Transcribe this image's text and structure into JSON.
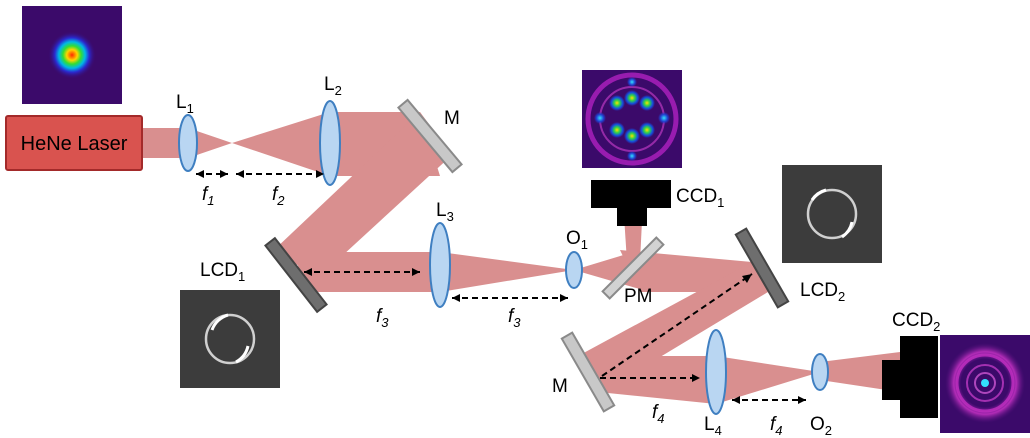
{
  "labels": {
    "laser": "HeNe Laser",
    "lens1": "L1",
    "lens2": "L2",
    "lens3": "L3",
    "lens4": "L4",
    "mirror_top": "M",
    "mirror_bottom": "M",
    "lcd1": "LCD1",
    "lcd2": "LCD2",
    "ccd1": "CCD1",
    "ccd2": "CCD2",
    "objective1": "O1",
    "objective2": "O2",
    "pickoff_mirror": "PM",
    "focal_f1": "f1",
    "focal_f2": "f2",
    "focal_f3_left": "f3",
    "focal_f3_right": "f3",
    "focal_f4_left": "f4",
    "focal_f4_right": "f4"
  },
  "label_parts": {
    "lens1": {
      "base": "L",
      "sub": "1"
    },
    "lens2": {
      "base": "L",
      "sub": "2"
    },
    "lens3": {
      "base": "L",
      "sub": "3"
    },
    "lens4": {
      "base": "L",
      "sub": "4"
    },
    "lcd1": {
      "base": "LCD",
      "sub": "1"
    },
    "lcd2": {
      "base": "LCD",
      "sub": "2"
    },
    "ccd1": {
      "base": "CCD",
      "sub": "1"
    },
    "ccd2": {
      "base": "CCD",
      "sub": "2"
    },
    "objective1": {
      "base": "O",
      "sub": "1"
    },
    "objective2": {
      "base": "O",
      "sub": "2"
    },
    "focal_f1": {
      "base": "f",
      "sub": "1"
    },
    "focal_f2": {
      "base": "f",
      "sub": "2"
    },
    "focal_f3_left": {
      "base": "f",
      "sub": "3"
    },
    "focal_f3_right": {
      "base": "f",
      "sub": "3"
    },
    "focal_f4_left": {
      "base": "f",
      "sub": "4"
    },
    "focal_f4_right": {
      "base": "f",
      "sub": "4"
    }
  },
  "colors": {
    "beam": "#d98f8f",
    "laser_fill": "#d9534f",
    "laser_stroke": "#a32a2a",
    "lens_fill": "#b9d6f2",
    "lens_stroke": "#3f7fc1",
    "mirror_fill": "#c8c8c8",
    "mirror_stroke": "#8a8a8a",
    "lcd_fill": "#6e6e6e",
    "camera_fill": "#000000",
    "panel_dark": "#3c3c3c",
    "mode_bg": "#3b0a6a"
  }
}
